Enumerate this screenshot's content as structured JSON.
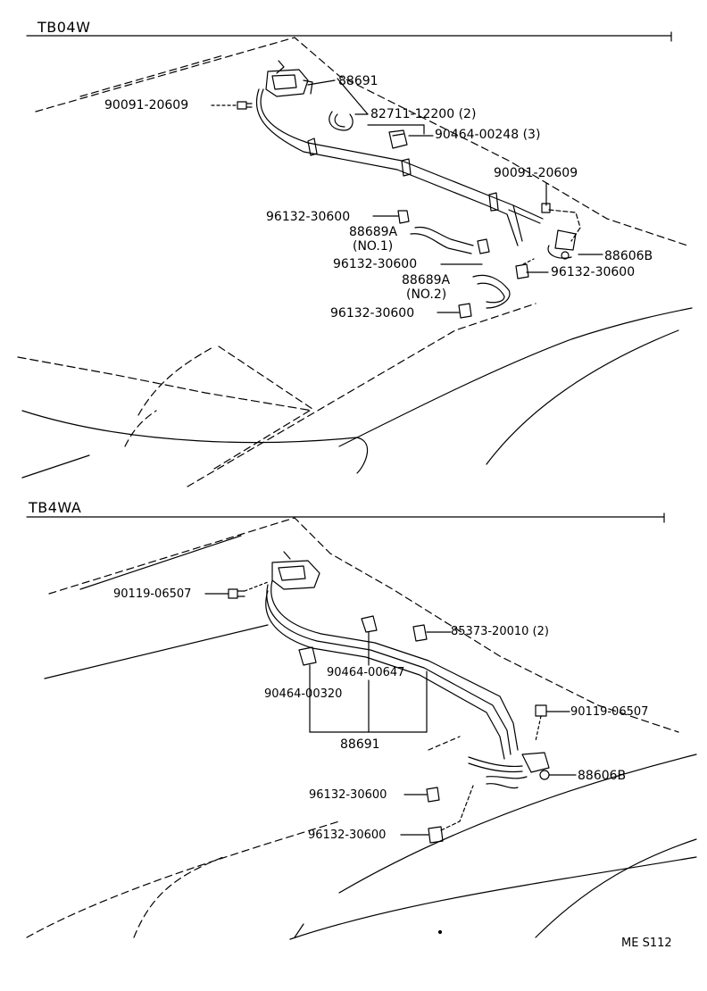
{
  "sections": [
    {
      "title": "TB04W",
      "labels": {
        "clamp_bracket": "88691",
        "bolt_left": "90091-20609",
        "clip_82711": "82711-12200 (2)",
        "clamp_90464": "90464-00248 (3)",
        "bolt_right": "90091-20609",
        "clip_upper": "96132-30600",
        "hose_no1": "88689A",
        "hose_no1_sub": "(NO.1)",
        "clip_mid": "96132-30600",
        "valve": "88606B",
        "clip_right": "96132-30600",
        "hose_no2": "88689A",
        "hose_no2_sub": "(NO.2)",
        "clip_lower": "96132-30600"
      }
    },
    {
      "title": "TB4WA",
      "labels": {
        "bolt_left": "90119-06507",
        "clamp_85373": "85373-20010 (2)",
        "clamp_00647": "90464-00647",
        "clamp_00320": "90464-00320",
        "pipe_assy": "88691",
        "bolt_right": "90119-06507",
        "valve": "88606B",
        "clip_upper": "96132-30600",
        "clip_lower": "96132-30600"
      }
    }
  ],
  "footer_code": "ME S112"
}
